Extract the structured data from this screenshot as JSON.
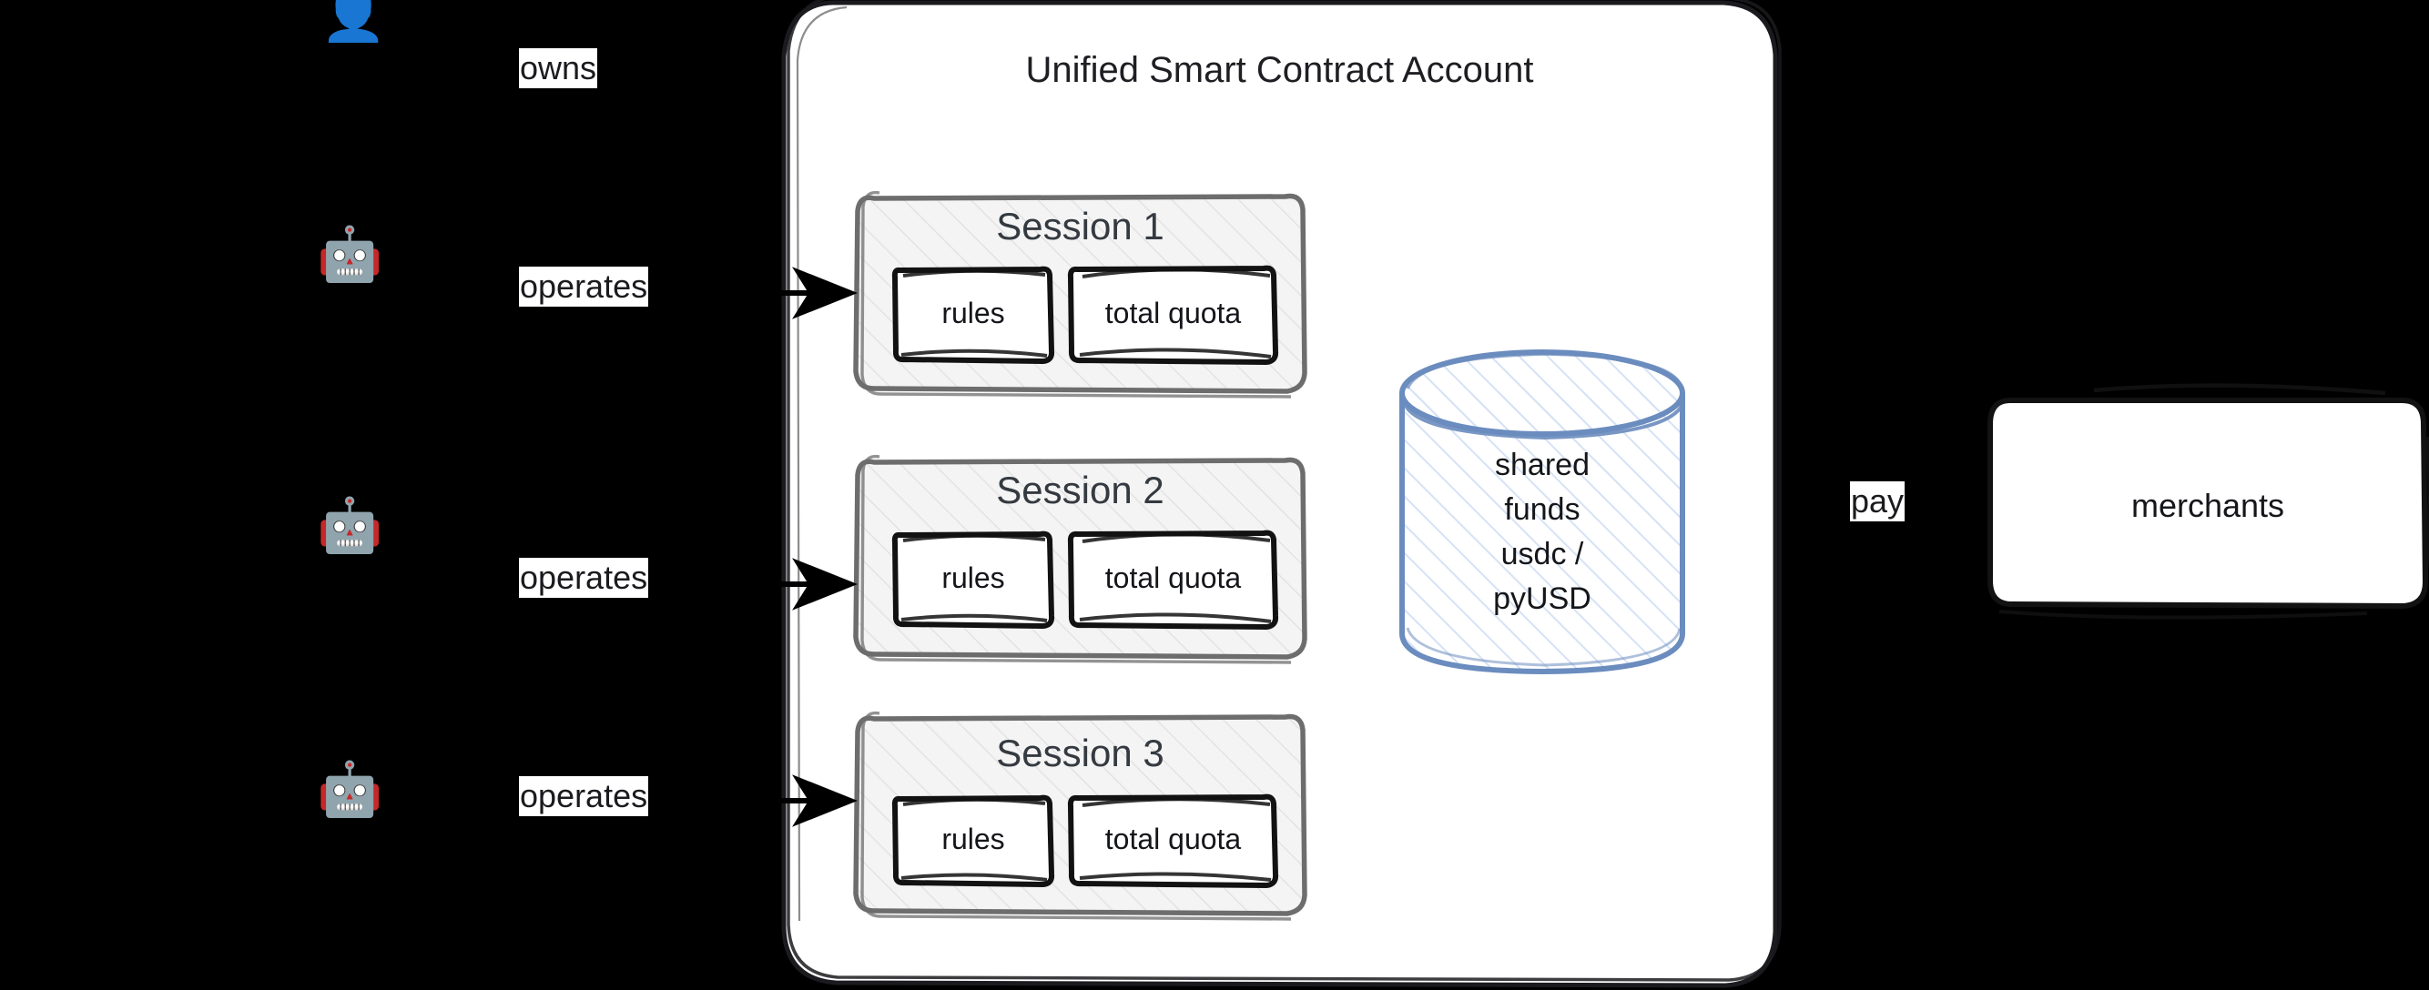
{
  "diagram": {
    "kind": "architecture-sketch",
    "style": "hand-drawn",
    "background": "#000000",
    "title": "Unified Smart Contract Account"
  },
  "colors": {
    "container_stroke": "#1b1b1f",
    "container_fill": "#ffffff",
    "session_stroke": "#6d6d6d",
    "session_fill": "#f4f4f4",
    "session_hatch": "#e3e3e3",
    "chip_stroke": "#121212",
    "chip_fill": "#ffffff",
    "cylinder_stroke": "#6b8cbe",
    "cylinder_hatch": "#d6e2f5",
    "merchant_stroke": "#121212",
    "merchant_fill": "#ffffff",
    "arrow": "#000000",
    "label_bg": "#ffffff",
    "label_text": "#1b1b1f",
    "actor_glyph": "#ffffff"
  },
  "actors": [
    {
      "glyph": "👤",
      "icon_name": "person-owner-icon",
      "edge_label": "owns"
    },
    {
      "glyph": "🤖",
      "icon_name": "agent-icon-1",
      "edge_label": "operates"
    },
    {
      "glyph": "🤖",
      "icon_name": "agent-icon-2",
      "edge_label": "operates"
    },
    {
      "glyph": "🤖",
      "icon_name": "agent-icon-3",
      "edge_label": "operates"
    }
  ],
  "container": {
    "title": "Unified Smart Contract Account"
  },
  "sessions": [
    {
      "label": "Session 1",
      "rules_label": "rules",
      "quota_label": "total quota"
    },
    {
      "label": "Session 2",
      "rules_label": "rules",
      "quota_label": "total quota"
    },
    {
      "label": "Session 3",
      "rules_label": "rules",
      "quota_label": "total quota"
    }
  ],
  "cylinder": {
    "name": "shared-funds-store",
    "lines": [
      "shared",
      "funds",
      "usdc /",
      "pyUSD"
    ],
    "text": "shared\nfunds\nusdc /\npyUSD"
  },
  "merchants": {
    "label": "merchants",
    "edge_label": "pay"
  }
}
